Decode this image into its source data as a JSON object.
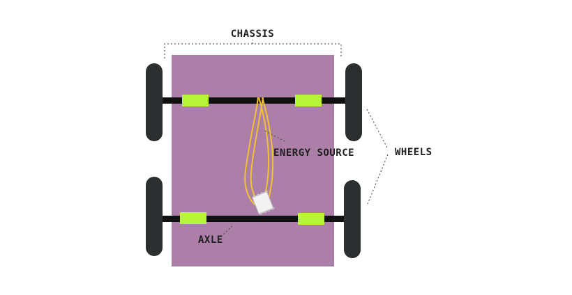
{
  "labels": {
    "chassis": "CHASSIS",
    "wheels": "WHEELS",
    "energy_source": "ENERGY SOURCE",
    "axle": "AXLE"
  },
  "colors": {
    "chassis": "#ab7fa8",
    "wheel": "#2c2f30",
    "axle": "#111111",
    "bearing": "#b8f53a",
    "wire": "#f2c230",
    "energy_block": "#f2f2f2",
    "leader_line": "#555555",
    "label_text": "#1e1e1e"
  },
  "icons": {
    "energy_source": "rubber-band-icon"
  }
}
